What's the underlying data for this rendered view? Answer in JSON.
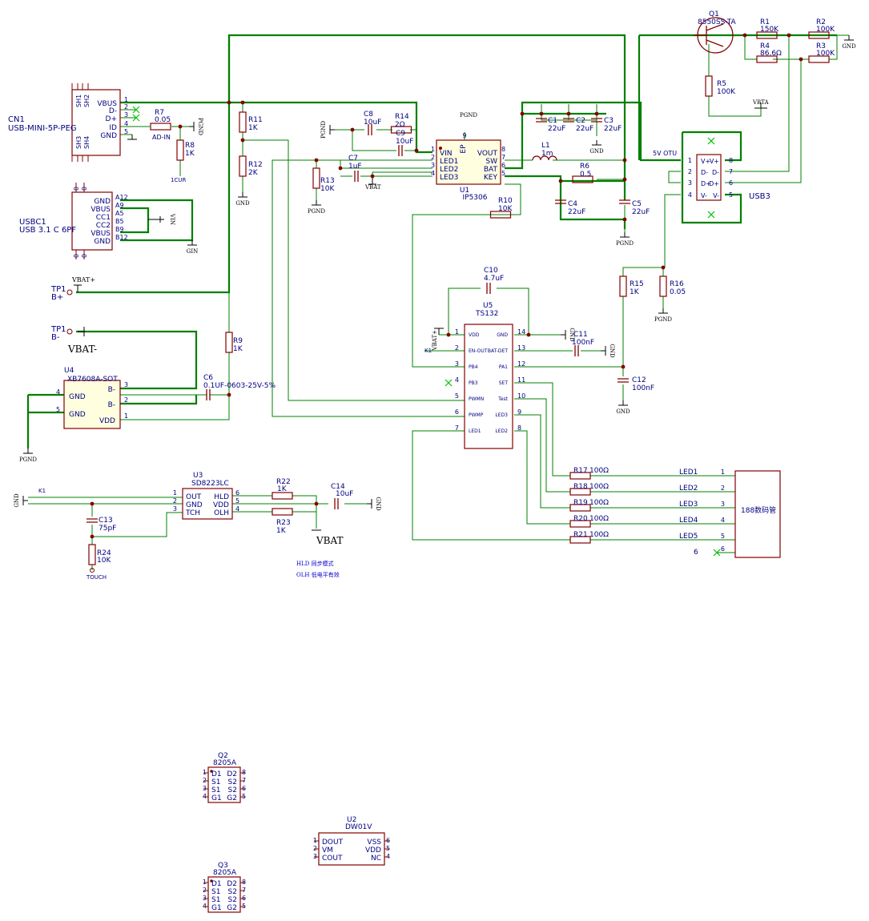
{
  "colors": {
    "wire": "#008000",
    "body": "#840000",
    "fill": "#ffffe0",
    "text": "#000080",
    "power": "#000000",
    "noconn": "#00c000",
    "junction": "#840000"
  },
  "connectors": {
    "cn1": {
      "ref": "CN1",
      "value": "USB-MINI-5P-PEG",
      "shield_top": [
        "SH1",
        "SH2"
      ],
      "shield_bottom": [
        "SH3",
        "SH4"
      ],
      "pins": [
        {
          "num": "1",
          "name": "VBUS"
        },
        {
          "num": "2",
          "name": "D-"
        },
        {
          "num": "3",
          "name": "D+"
        },
        {
          "num": "4",
          "name": "ID"
        },
        {
          "num": "5",
          "name": "GND"
        }
      ]
    },
    "usbc1": {
      "ref": "USBC1",
      "value": "USB 3.1 C 6PF",
      "pins": [
        {
          "num": "A12",
          "name": "GND"
        },
        {
          "num": "A9",
          "name": "VBUS"
        },
        {
          "num": "A5",
          "name": "CC1"
        },
        {
          "num": "B5",
          "name": "CC2"
        },
        {
          "num": "B9",
          "name": "VBUS"
        },
        {
          "num": "B12",
          "name": "GND"
        }
      ],
      "shield": [
        "0",
        "0",
        "0",
        "0"
      ]
    },
    "usb3": {
      "ref": "USB3",
      "title": "5V OTU",
      "left": [
        {
          "num": "1",
          "name": "V+"
        },
        {
          "num": "2",
          "name": "D-"
        },
        {
          "num": "3",
          "name": "D+"
        },
        {
          "num": "4",
          "name": "V-"
        }
      ],
      "right": [
        {
          "num": "8",
          "name": "V+"
        },
        {
          "num": "7",
          "name": "D-"
        },
        {
          "num": "6",
          "name": "D+"
        },
        {
          "num": "5",
          "name": "V-"
        }
      ]
    },
    "tp1a": {
      "ref": "TP1",
      "net": "B+",
      "label": "VBAT+"
    },
    "tp1b": {
      "ref": "TP1",
      "net": "B-",
      "label": "VBAT-"
    },
    "seg": {
      "title": "188数码管",
      "pins": [
        {
          "num": "1",
          "net": "LED1"
        },
        {
          "num": "2",
          "net": "LED2"
        },
        {
          "num": "3",
          "net": "LED3"
        },
        {
          "num": "4",
          "net": "LED4"
        },
        {
          "num": "5",
          "net": "LED5"
        },
        {
          "num": "6",
          "net": "6"
        }
      ]
    }
  },
  "ics": {
    "u1": {
      "ref": "U1",
      "value": "IP5306",
      "ep": "EP",
      "ep_num": "9",
      "ep_net": "PGND",
      "left": [
        {
          "num": "1",
          "name": "VIN"
        },
        {
          "num": "2",
          "name": "LED1"
        },
        {
          "num": "3",
          "name": "LED2"
        },
        {
          "num": "4",
          "name": "LED3"
        }
      ],
      "right": [
        {
          "num": "8",
          "name": "VOUT"
        },
        {
          "num": "7",
          "name": "SW"
        },
        {
          "num": "6",
          "name": "BAT"
        },
        {
          "num": "5",
          "name": "KEY"
        }
      ]
    },
    "u4": {
      "ref": "U4",
      "value": "XB7608A-SOT",
      "left": [
        {
          "num": "4",
          "name": "GND"
        },
        {
          "num": "5",
          "name": "GND"
        }
      ],
      "right": [
        {
          "num": "3",
          "name": "B-"
        },
        {
          "num": "2",
          "name": "B-"
        },
        {
          "num": "1",
          "name": "VDD"
        }
      ]
    },
    "u5": {
      "ref": "U5",
      "value": "TS132",
      "left": [
        {
          "num": "1",
          "name": "VDD"
        },
        {
          "num": "2",
          "name": "EN-OUT"
        },
        {
          "num": "3",
          "name": "PB4"
        },
        {
          "num": "4",
          "name": "PB3"
        },
        {
          "num": "5",
          "name": "PWMN"
        },
        {
          "num": "6",
          "name": "PWMP"
        },
        {
          "num": "7",
          "name": "LED1"
        }
      ],
      "right": [
        {
          "num": "14",
          "name": "GND"
        },
        {
          "num": "13",
          "name": "BAT-DET"
        },
        {
          "num": "12",
          "name": "PA1"
        },
        {
          "num": "11",
          "name": "SET"
        },
        {
          "num": "10",
          "name": "Test"
        },
        {
          "num": "9",
          "name": "LED3"
        },
        {
          "num": "8",
          "name": "LED2"
        }
      ]
    },
    "u3": {
      "ref": "U3",
      "value": "SD8223LC",
      "left": [
        {
          "num": "1",
          "name": "OUT"
        },
        {
          "num": "2",
          "name": "GND"
        },
        {
          "num": "3",
          "name": "TCH"
        }
      ],
      "right": [
        {
          "num": "6",
          "name": "HLD"
        },
        {
          "num": "5",
          "name": "VDD"
        },
        {
          "num": "4",
          "name": "OLH"
        }
      ]
    },
    "q2": {
      "ref": "Q2",
      "value": "8205A",
      "left": [
        {
          "num": "1",
          "name": "D1"
        },
        {
          "num": "2",
          "name": "S1"
        },
        {
          "num": "3",
          "name": "S1"
        },
        {
          "num": "4",
          "name": "G1"
        }
      ],
      "right": [
        {
          "num": "8",
          "name": "D2"
        },
        {
          "num": "7",
          "name": "S2"
        },
        {
          "num": "6",
          "name": "S2"
        },
        {
          "num": "5",
          "name": "G2"
        }
      ]
    },
    "q3": {
      "ref": "Q3",
      "value": "8205A",
      "left": [
        {
          "num": "1",
          "name": "D1"
        },
        {
          "num": "2",
          "name": "S1"
        },
        {
          "num": "3",
          "name": "S1"
        },
        {
          "num": "4",
          "name": "G1"
        }
      ],
      "right": [
        {
          "num": "8",
          "name": "D2"
        },
        {
          "num": "7",
          "name": "S2"
        },
        {
          "num": "6",
          "name": "S2"
        },
        {
          "num": "5",
          "name": "G2"
        }
      ]
    },
    "u2": {
      "ref": "U2",
      "value": "DW01V",
      "left": [
        {
          "num": "1",
          "name": "DOUT"
        },
        {
          "num": "2",
          "name": "VM"
        },
        {
          "num": "3",
          "name": "COUT"
        }
      ],
      "right": [
        {
          "num": "6",
          "name": "VSS"
        },
        {
          "num": "5",
          "name": "VDD"
        },
        {
          "num": "4",
          "name": "NC"
        }
      ]
    },
    "q1": {
      "ref": "Q1",
      "value": "8550SS-TA"
    },
    "l1": {
      "ref": "L1",
      "value": "1m"
    }
  },
  "resistors": [
    {
      "id": "r7",
      "ref": "R7",
      "value": "0.05",
      "note": "AD-IN"
    },
    {
      "id": "r8",
      "ref": "R8",
      "value": "1K",
      "note": "1CUR"
    },
    {
      "id": "r11",
      "ref": "R11",
      "value": "1K"
    },
    {
      "id": "r12",
      "ref": "R12",
      "value": "2K"
    },
    {
      "id": "r14",
      "ref": "R14",
      "value": "2Ω"
    },
    {
      "id": "r13",
      "ref": "R13",
      "value": "10K"
    },
    {
      "id": "r6",
      "ref": "R6",
      "value": "0.5"
    },
    {
      "id": "r10",
      "ref": "R10",
      "value": "10K"
    },
    {
      "id": "r9",
      "ref": "R9",
      "value": "1K"
    },
    {
      "id": "r5",
      "ref": "R5",
      "value": "100K"
    },
    {
      "id": "r1",
      "ref": "R1",
      "value": "150K"
    },
    {
      "id": "r2",
      "ref": "R2",
      "value": "100K"
    },
    {
      "id": "r4",
      "ref": "R4",
      "value": "86.6Ω"
    },
    {
      "id": "r3",
      "ref": "R3",
      "value": "100K"
    },
    {
      "id": "r15",
      "ref": "R15",
      "value": "1K"
    },
    {
      "id": "r16",
      "ref": "R16",
      "value": "0.05"
    },
    {
      "id": "r17",
      "ref": "R17",
      "value": "100Ω"
    },
    {
      "id": "r18",
      "ref": "R18",
      "value": "100Ω"
    },
    {
      "id": "r19",
      "ref": "R19",
      "value": "100Ω"
    },
    {
      "id": "r20",
      "ref": "R20",
      "value": "100Ω"
    },
    {
      "id": "r21",
      "ref": "R21",
      "value": "100Ω"
    },
    {
      "id": "r22",
      "ref": "R22",
      "value": "1K"
    },
    {
      "id": "r23",
      "ref": "R23",
      "value": "1K"
    },
    {
      "id": "r24",
      "ref": "R24",
      "value": "10K",
      "note": "TOUCH"
    }
  ],
  "capacitors": [
    {
      "id": "c8",
      "ref": "C8",
      "value": "10uF"
    },
    {
      "id": "c9",
      "ref": "C9",
      "value": "10uF"
    },
    {
      "id": "c7",
      "ref": "C7",
      "value": "1uF"
    },
    {
      "id": "c1",
      "ref": "C1",
      "value": "22uF"
    },
    {
      "id": "c2",
      "ref": "C2",
      "value": "22uF"
    },
    {
      "id": "c3",
      "ref": "C3",
      "value": "22uF"
    },
    {
      "id": "c4",
      "ref": "C4",
      "value": "22uF"
    },
    {
      "id": "c5",
      "ref": "C5",
      "value": "22uF"
    },
    {
      "id": "c6",
      "ref": "C6",
      "value": "0.1UF-0603-25V-5%"
    },
    {
      "id": "c10",
      "ref": "C10",
      "value": "4.7uF"
    },
    {
      "id": "c11",
      "ref": "C11",
      "value": "100nF"
    },
    {
      "id": "c12",
      "ref": "C12",
      "value": "100nF"
    },
    {
      "id": "c13",
      "ref": "C13",
      "value": "75pF"
    },
    {
      "id": "c14",
      "ref": "C14",
      "value": "10uF"
    }
  ],
  "power": {
    "pgnd": "PGND",
    "gnd": "GND",
    "gin": "GIN",
    "vin": "VIN",
    "vbat": "VBAT",
    "vbta": "VBTA",
    "vbat_plus": "VBAT+",
    "vbat_minus": "VBAT-"
  },
  "nets": {
    "k1": "K1",
    "led1": "LED1",
    "led2": "LED2",
    "led3": "LED3",
    "led4": "LED4",
    "led5": "LED5",
    "n6": "6"
  },
  "notes": [
    "HLD 同步模式",
    "OLH 低电平有效"
  ]
}
